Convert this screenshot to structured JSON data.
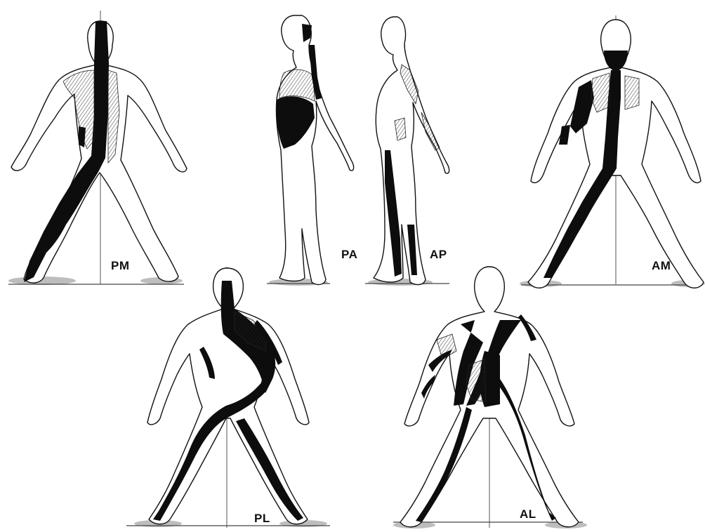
{
  "figures": [
    {
      "id": "pm",
      "label": "PM",
      "view": "posterior"
    },
    {
      "id": "pa",
      "label": "PA",
      "view": "lateral-left"
    },
    {
      "id": "ap",
      "label": "AP",
      "view": "lateral-left"
    },
    {
      "id": "am",
      "label": "AM",
      "view": "anterior"
    },
    {
      "id": "pl",
      "label": "PL",
      "view": "posterior"
    },
    {
      "id": "al",
      "label": "AL",
      "view": "anterior"
    }
  ],
  "colors": {
    "ink": "#111111",
    "band": "#0d0d0d",
    "paper": "#ffffff",
    "shadow": "#bdbdbd"
  }
}
